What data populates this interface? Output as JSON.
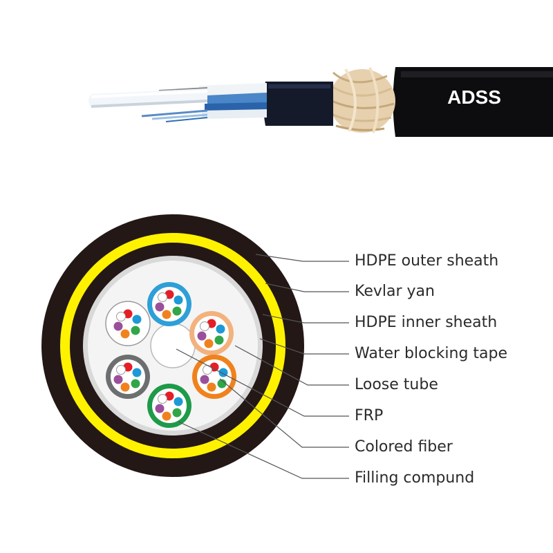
{
  "cable": {
    "name": "ADSS",
    "colors": {
      "sheath": "#0d0d0f",
      "kevlar": "#e9d6b8",
      "inner_sheath": "#141a2a",
      "tube_white": "#eef3f7"
    }
  },
  "cross_section": {
    "colors": {
      "outer_sheath": "#231816",
      "kevlar_ring": "#fff200",
      "inner_sheath": "#231816",
      "water_blocking_tape": "#d9d9d9",
      "filling": "#f4f4f4",
      "frp": "#ffffff"
    },
    "loose_tubes": [
      {
        "name": "blue",
        "color": "#2e9fd8"
      },
      {
        "name": "orange-light",
        "color": "#f3b27d"
      },
      {
        "name": "orange",
        "color": "#f0821e"
      },
      {
        "name": "green",
        "color": "#1e9a4a"
      },
      {
        "name": "gray",
        "color": "#6d6e70"
      },
      {
        "name": "white",
        "color": "#ffffff"
      }
    ],
    "fiber_colors": [
      "#e61e25",
      "#1d9ad6",
      "#31a649",
      "#f0821e",
      "#9b4f9b",
      "#ffffff"
    ]
  },
  "labels": [
    {
      "text": "HDPE outer sheath"
    },
    {
      "text": "Kevlar yan"
    },
    {
      "text": "HDPE inner sheath"
    },
    {
      "text": "Water blocking tape"
    },
    {
      "text": "Loose tube"
    },
    {
      "text": "FRP"
    },
    {
      "text": "Colored fiber"
    },
    {
      "text": "Filling compund"
    }
  ]
}
